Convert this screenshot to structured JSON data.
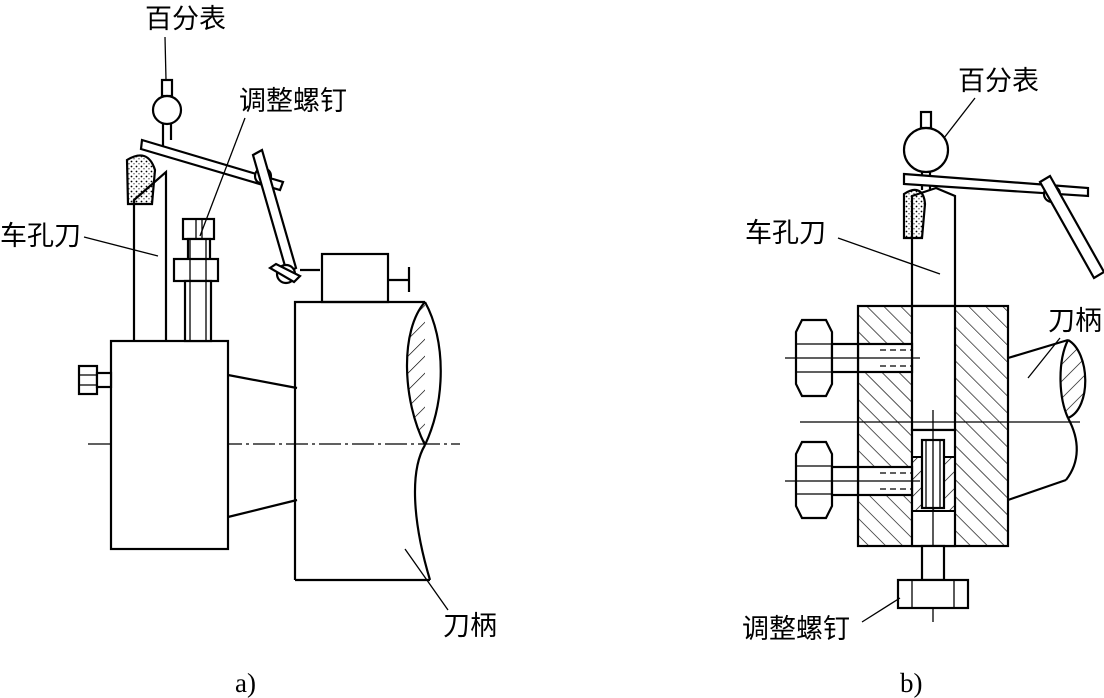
{
  "figure_a": {
    "caption": "a)",
    "labels": {
      "dial_gauge": "百分表",
      "adjust_screw": "调整螺钉",
      "boring_tool": "车孔刀",
      "tool_shank": "刀柄"
    }
  },
  "figure_b": {
    "caption": "b)",
    "labels": {
      "dial_gauge": "百分表",
      "boring_tool": "车孔刀",
      "tool_shank": "刀柄",
      "adjust_screw": "调整螺钉"
    }
  }
}
